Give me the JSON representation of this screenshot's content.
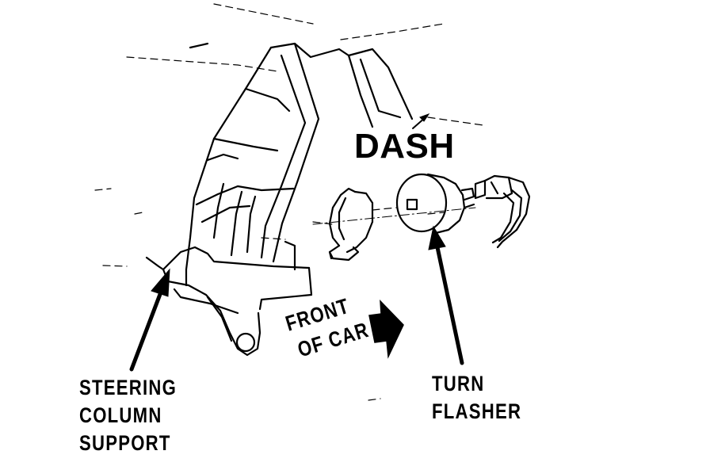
{
  "labels": {
    "dash": "DASH",
    "steering_column_support": [
      "STEERING",
      "COLUMN",
      "SUPPORT"
    ],
    "front_of_car": [
      "FRONT",
      "OF CAR"
    ],
    "turn_flasher": [
      "TURN",
      "FLASHER"
    ]
  },
  "colors": {
    "ink": "#000000",
    "paper": "#ffffff"
  }
}
